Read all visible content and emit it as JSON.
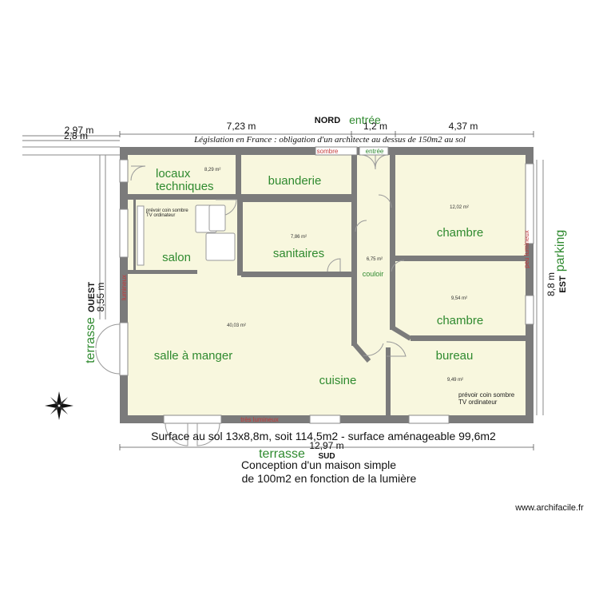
{
  "directions": {
    "north": "NORD",
    "south": "SUD",
    "west": "OUEST",
    "east": "EST"
  },
  "exterior": {
    "entrance": "entrée",
    "terrace_west": "terrasse",
    "terrace_south": "terrasse",
    "parking": "parking"
  },
  "light": {
    "sombre": "sombre",
    "entree_door": "entrée",
    "lumineux_west": "lumineux",
    "peu_lumineux_east": "peu lumineux",
    "tres_lumineux": "très lumineux"
  },
  "dimensions": {
    "top_left_1": "2,97 m",
    "top_left_2": "2,8 m",
    "top_a": "7,23 m",
    "top_b": "1,2 m",
    "top_c": "4,37 m",
    "west": "8,55 m",
    "east": "8,8 m",
    "bottom": "12,97 m"
  },
  "legislation": "Législation en France : obligation d'un architecte au dessus de 150m2  au sol",
  "rooms": {
    "locaux_line1": "locaux",
    "locaux_line2": "techniques",
    "locaux_area": "8,29 m²",
    "buanderie": "buanderie",
    "sanitaires": "sanitaires",
    "sanitaires_area": "7,86 m²",
    "couloir": "couloir",
    "couloir_area": "6,75 m²",
    "chambre1": "chambre",
    "chambre1_area": "12,02 m²",
    "chambre2": "chambre",
    "chambre2_area": "9,54 m²",
    "bureau": "bureau",
    "bureau_area": "9,49 m²",
    "salon": "salon",
    "salle": "salle à manger",
    "salle_area": "40,03 m²",
    "cuisine": "cuisine"
  },
  "notes": {
    "salon_tv_1": "prévoir coin sombre",
    "salon_tv_2": "TV ordinateur",
    "bureau_tv_1": "prévoir coin sombre",
    "bureau_tv_2": "TV ordinateur"
  },
  "summary": {
    "surface": "Surface au sol 13x8,8m, soit 114,5m2 - surface aménageable  99,6m2",
    "title_line1": "Conception d'un maison simple",
    "title_line2": "de 100m2 en fonction de la lumière"
  },
  "watermark": "www.archifacile.fr",
  "colors": {
    "room_fill": "#f8f7de",
    "wall": "#7b7b7b",
    "green_text": "#2f8a2f",
    "red_text": "#c43a3a"
  }
}
